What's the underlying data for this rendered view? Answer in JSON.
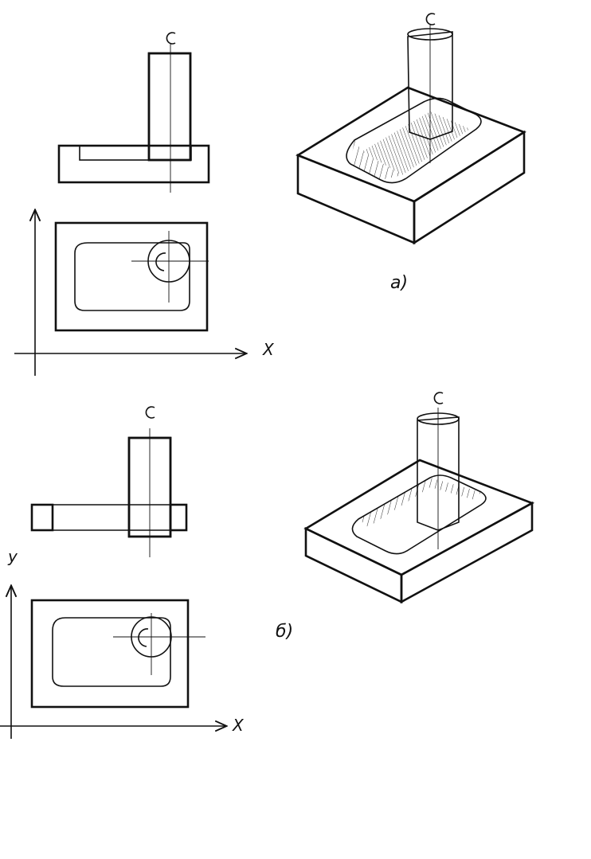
{
  "labels": {
    "figure_a": "а)",
    "figure_b": "б)",
    "axis_x_a": "X",
    "axis_x_b": "X",
    "axis_y_b": "y"
  },
  "colors": {
    "ink": "#111111",
    "paper": "#ffffff"
  }
}
